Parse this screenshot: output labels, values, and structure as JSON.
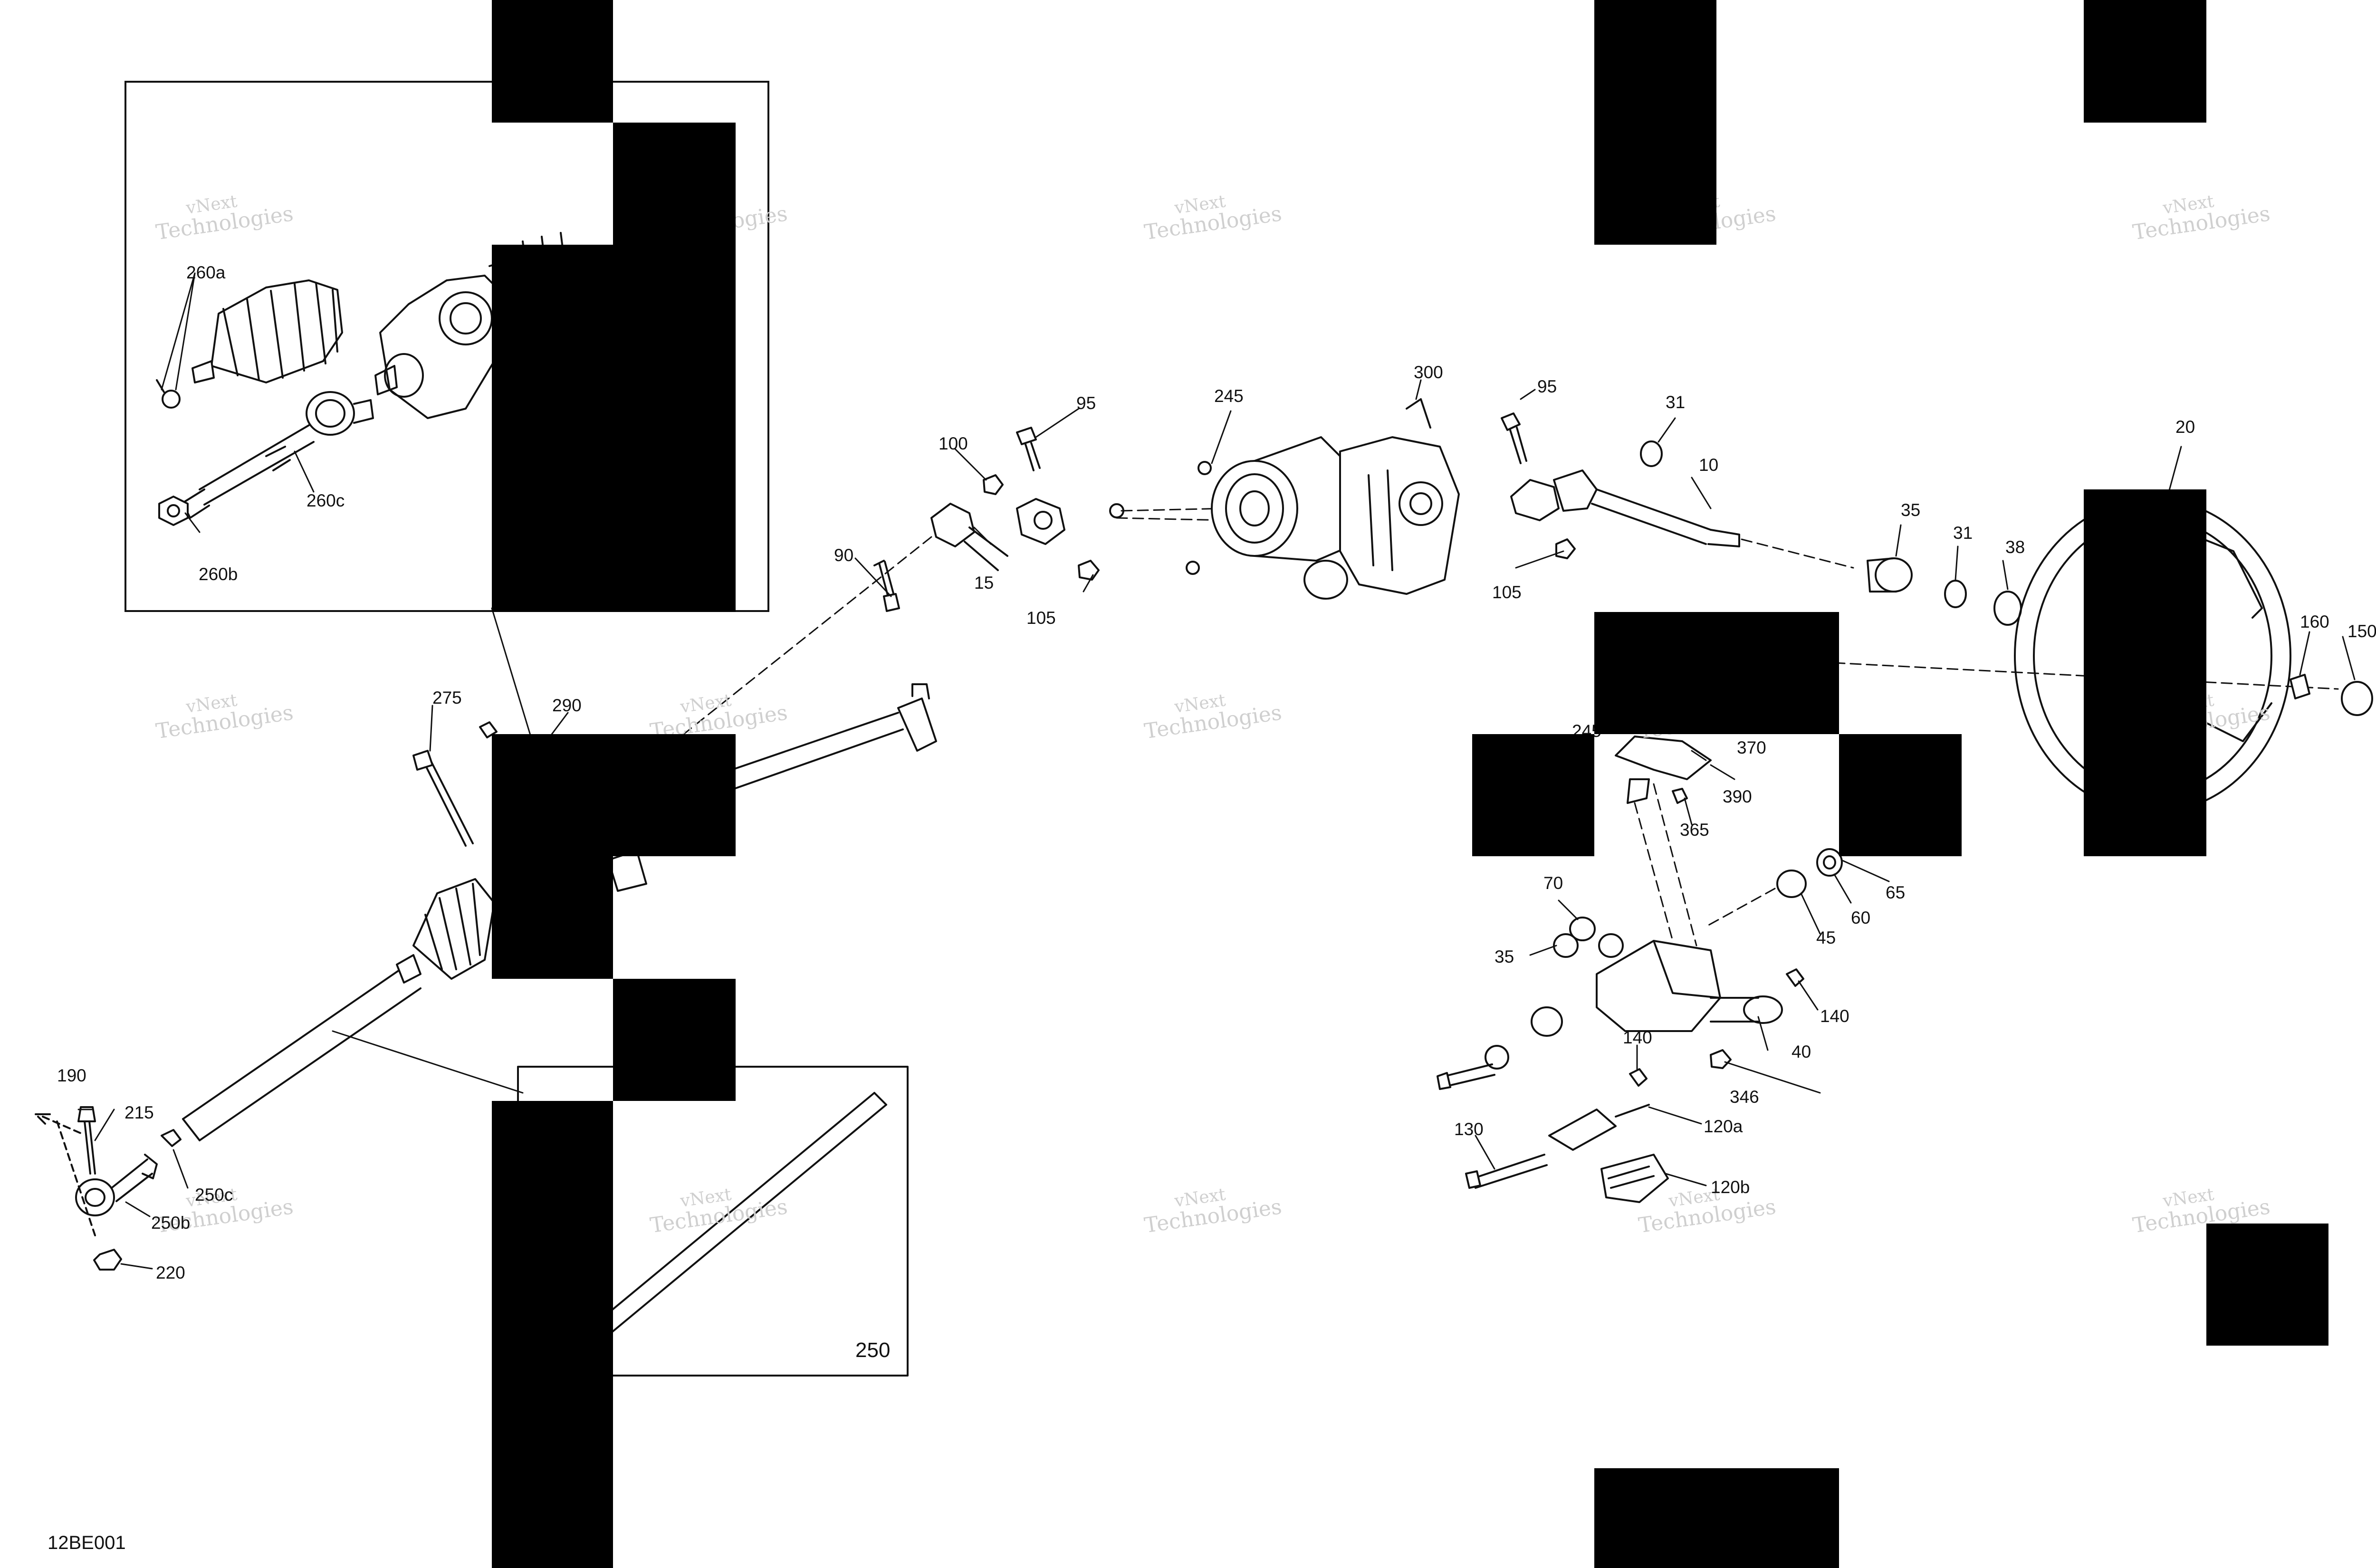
{
  "diagram_code": "12BE001",
  "watermark": {
    "line1": "vNext",
    "line2": "Technologies"
  },
  "callouts": {
    "c260a": "260a",
    "c260b": "260b",
    "c260c": "260c",
    "c275": "275",
    "c290": "290",
    "c190": "190",
    "c215": "215",
    "c250c": "250c",
    "c250b": "250b",
    "c220": "220",
    "c250": "250",
    "c90": "90",
    "c100": "100",
    "c95a": "95",
    "c15": "15",
    "c105a": "105",
    "c245a": "245",
    "c300": "300",
    "c95b": "95",
    "c105b": "105",
    "c31a": "31",
    "c10": "10",
    "c35a": "35",
    "c31b": "31",
    "c38": "38",
    "c20": "20",
    "c160": "160",
    "c150": "150",
    "c245b": "245",
    "c370": "370",
    "c390": "390",
    "c365": "365",
    "c70": "70",
    "c45": "45",
    "c60": "60",
    "c65": "65",
    "c35b": "35",
    "c140a": "140",
    "c40": "40",
    "c140b": "140",
    "c346": "346",
    "c120a": "120a",
    "c130": "130",
    "c120b": "120b"
  }
}
